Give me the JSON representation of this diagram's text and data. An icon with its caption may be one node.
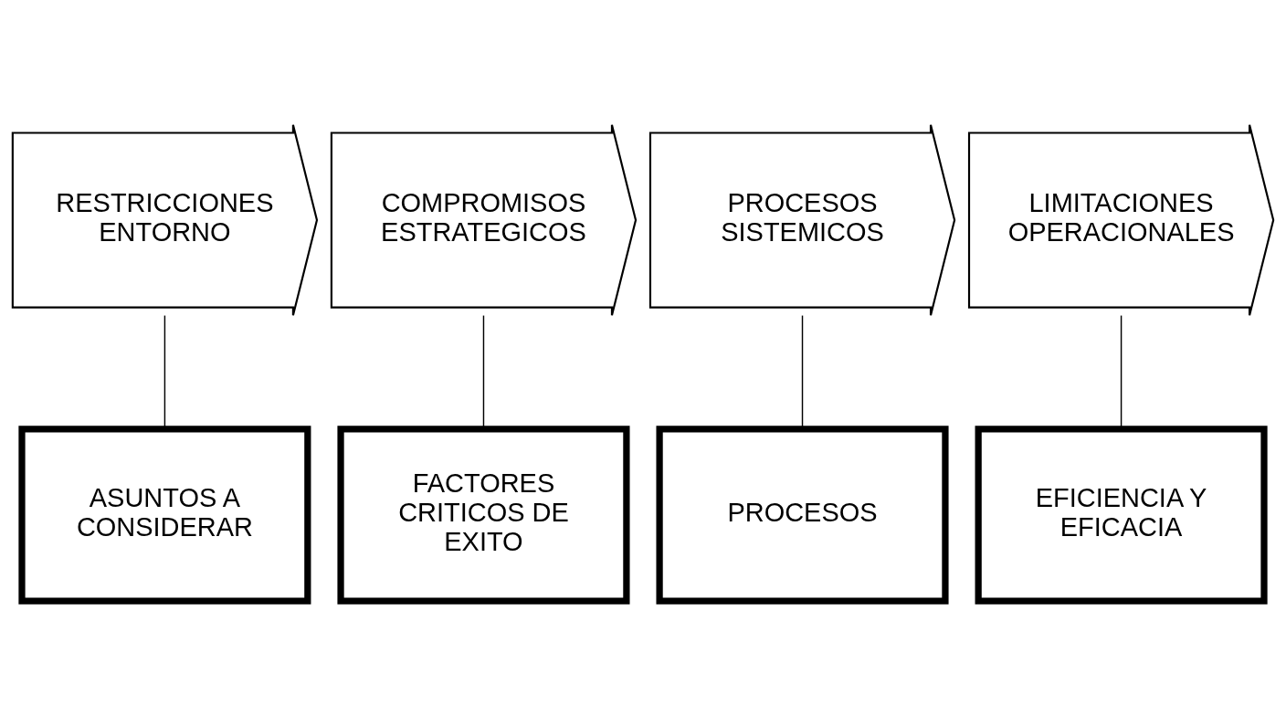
{
  "diagram": {
    "nodes": [
      {
        "text": [
          "RESTRICCIONES ENTORNO"
        ]
      },
      {
        "text": [
          "COMPROMISOS ESTRATEGICOS"
        ]
      },
      {
        "text": [
          "PROCESOS SISTEMICOS"
        ]
      },
      {
        "text": [
          "LIMITACIONES OPERACIONALES"
        ]
      },
      {
        "text": [
          "ASUNTOS A CONSIDERAR"
        ]
      },
      {
        "text": [
          "FACTORES CRITICOS DE EXITO"
        ]
      },
      {
        "text": [
          "PROCESOS"
        ]
      },
      {
        "text": [
          "EFICIENCIA Y EFICACIA"
        ]
      }
    ],
    "edges": [
      {
        "from": 0,
        "to": 4,
        "arrow": "none"
      },
      {
        "from": 1,
        "to": 5,
        "arrow": "none"
      },
      {
        "from": 2,
        "to": 6,
        "arrow": "none"
      },
      {
        "from": 3,
        "to": 7,
        "arrow": "none"
      }
    ]
  }
}
